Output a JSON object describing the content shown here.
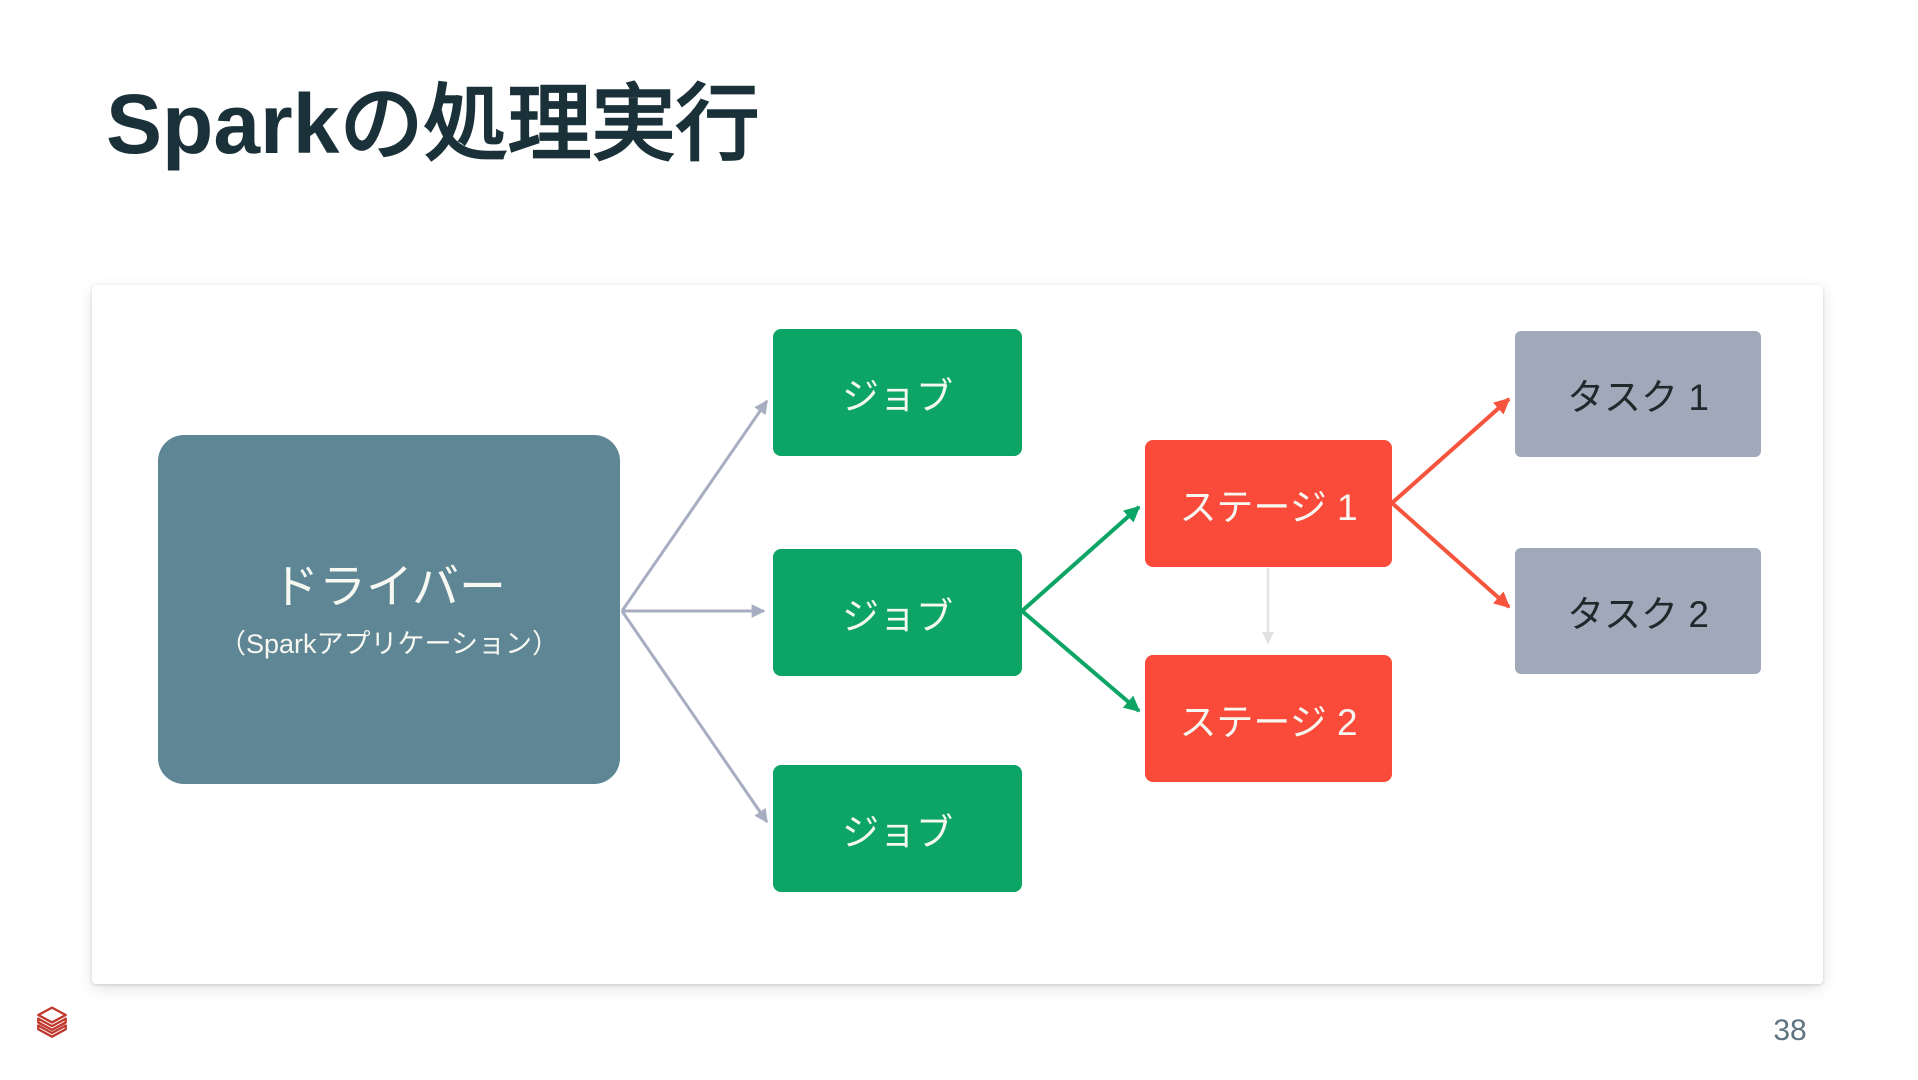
{
  "slide": {
    "title": "Sparkの処理実行"
  },
  "diagram": {
    "driver": {
      "label": "ドライバー",
      "sublabel": "（Sparkアプリケーション）"
    },
    "jobs": [
      {
        "label": "ジョブ"
      },
      {
        "label": "ジョブ"
      },
      {
        "label": "ジョブ"
      }
    ],
    "stages": [
      {
        "label": "ステージ 1"
      },
      {
        "label": "ステージ 2"
      }
    ],
    "tasks": [
      {
        "label": "タスク 1"
      },
      {
        "label": "タスク 2"
      }
    ],
    "connections": [
      {
        "from": "driver",
        "to": "job-1",
        "style": "gray"
      },
      {
        "from": "driver",
        "to": "job-2",
        "style": "gray"
      },
      {
        "from": "driver",
        "to": "job-3",
        "style": "gray"
      },
      {
        "from": "job-2",
        "to": "stage-1",
        "style": "green"
      },
      {
        "from": "job-2",
        "to": "stage-2",
        "style": "green"
      },
      {
        "from": "stage-1",
        "to": "stage-2",
        "style": "light-gray"
      },
      {
        "from": "stage-1",
        "to": "task-1",
        "style": "red"
      },
      {
        "from": "stage-1",
        "to": "task-2",
        "style": "red"
      }
    ]
  },
  "footer": {
    "logo_icon": "databricks-stack-logo",
    "page_number": "38"
  },
  "colors": {
    "title_text": "#1B3139",
    "driver_fill": "#5F8694",
    "job_fill": "#0CA565",
    "stage_fill": "#FA4B3A",
    "task_fill": "#9FA9BA",
    "task_text": "#20282C",
    "gray_arrow": "#A7AEC2",
    "green_arrow": "#0CA565",
    "red_arrow": "#F7543E",
    "shuffle_arrow": "#E2E2E2",
    "logo_red": "#C0392F",
    "page_number_text": "#5E7480"
  }
}
